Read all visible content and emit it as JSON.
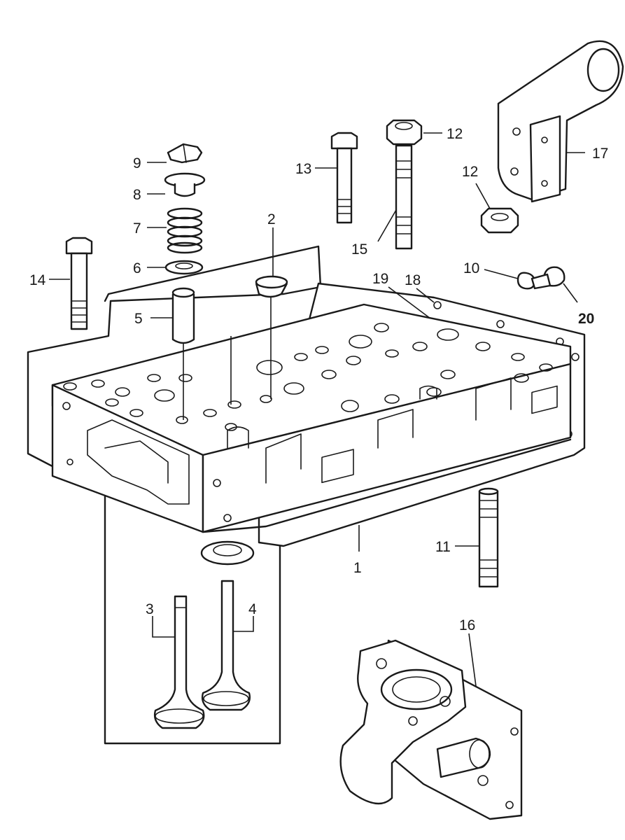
{
  "callouts": {
    "c1": "1",
    "c2": "2",
    "c3": "3",
    "c4": "4",
    "c5": "5",
    "c6": "6",
    "c7": "7",
    "c8": "8",
    "c9": "9",
    "c10": "10",
    "c11": "11",
    "c12a": "12",
    "c12b": "12",
    "c13": "13",
    "c14": "14",
    "c15": "15",
    "c16": "16",
    "c17": "17",
    "c18": "18",
    "c19": "19",
    "c20": "20"
  }
}
